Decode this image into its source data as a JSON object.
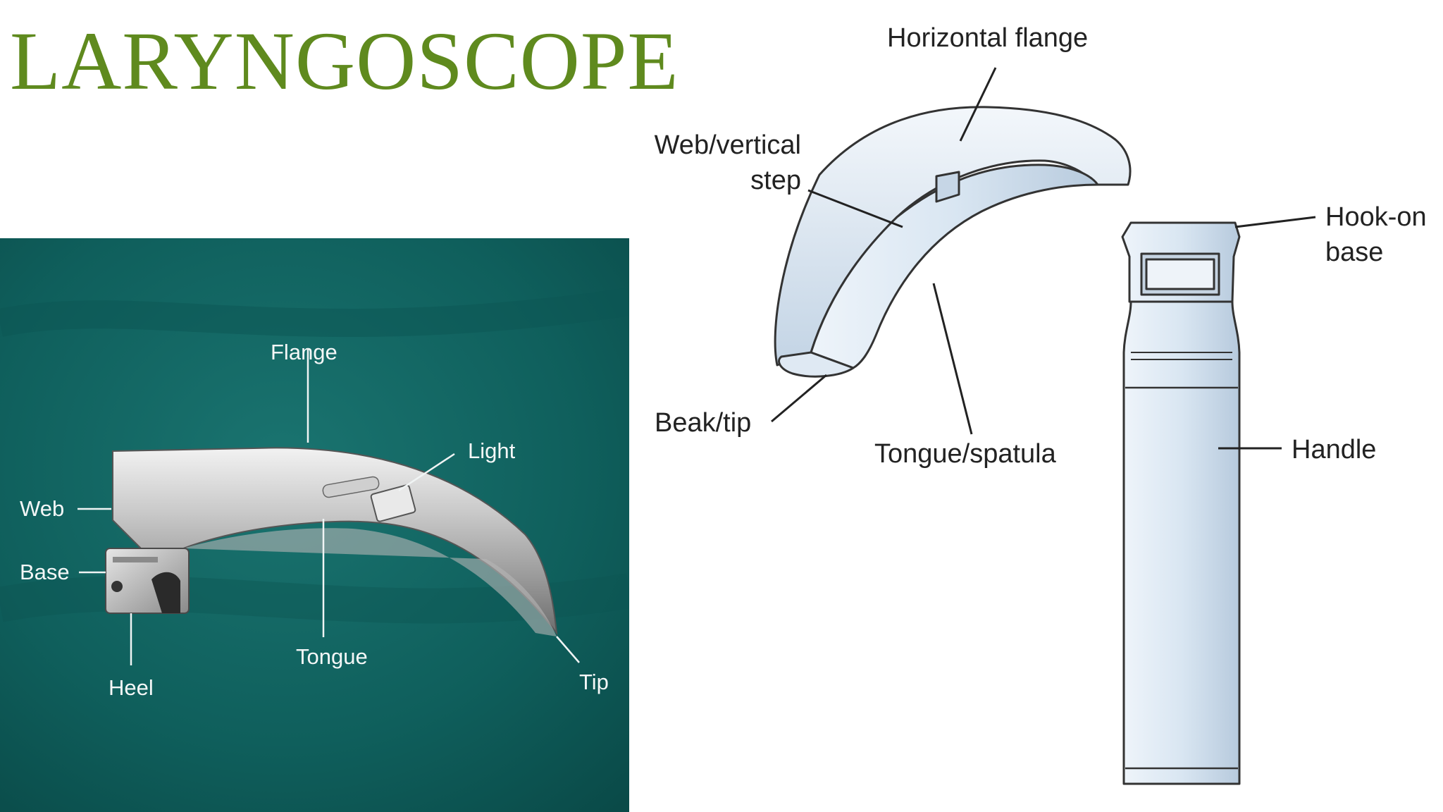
{
  "slide": {
    "title": "LARYNGOSCOPE"
  },
  "photo_panel": {
    "labels": {
      "flange": "Flange",
      "light": "Light",
      "web": "Web",
      "base": "Base",
      "heel": "Heel",
      "tongue": "Tongue",
      "tip": "Tip"
    }
  },
  "diagram_panel": {
    "labels": {
      "horizontal_flange": "Horizontal flange",
      "web_vertical_line1": "Web/vertical",
      "web_vertical_line2": "step",
      "hook_on_line1": "Hook-on",
      "hook_on_line2": "base",
      "beak_tip": "Beak/tip",
      "tongue_spatula": "Tongue/spatula",
      "handle": "Handle"
    }
  },
  "colors": {
    "title": "#5f8a1e",
    "photo_background": "#0f5f5c",
    "diagram_fill": "#d9e6f2",
    "label_light": "#f4f7f7",
    "label_dark": "#222222"
  }
}
